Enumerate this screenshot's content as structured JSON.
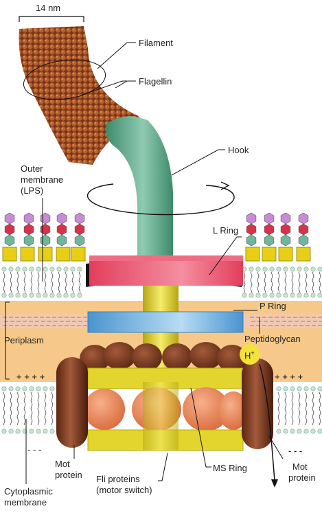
{
  "scale_label": "14 nm",
  "labels": {
    "filament": "Filament",
    "flagellin": "Flagellin",
    "hook": "Hook",
    "outer_membrane_1": "Outer",
    "outer_membrane_2": "membrane",
    "outer_membrane_3": "(LPS)",
    "l_ring": "L Ring",
    "p_ring": "P Ring",
    "periplasm": "Periplasm",
    "peptidoglycan": "Peptidoglycan",
    "h_plus": "H",
    "h_plus_sup": "+",
    "mot_left_1": "Mot",
    "mot_left_2": "protein",
    "mot_right_1": "Mot",
    "mot_right_2": "protein",
    "fli_1": "Fli proteins",
    "fli_2": "(motor switch)",
    "ms_ring": "MS Ring",
    "cyto_1": "Cytoplasmic",
    "cyto_2": "membrane"
  },
  "colors": {
    "filament": "#8a3f1e",
    "hook": "#5fa889",
    "l_ring": "#e8506a",
    "p_ring": "#5aa6dc",
    "rod": "#e0d22a",
    "periplasm": "#f6c98a",
    "ms_ring": "#e3d52e",
    "mot": "#7a3b22",
    "fli": "#e88a5a"
  }
}
